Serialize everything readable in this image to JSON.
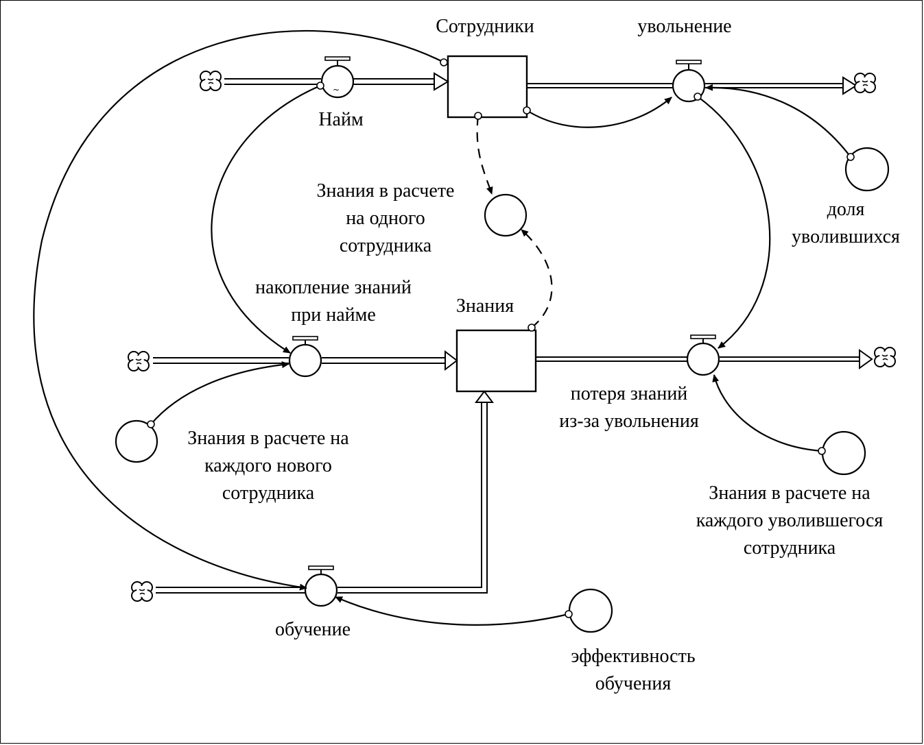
{
  "stocks": {
    "employees": "Сотрудники",
    "knowledge": "Знания"
  },
  "flows": {
    "hiring": "Найм",
    "dismissal": "увольнение",
    "knowledge_on_hire": "накопление  знаний\nпри найме",
    "knowledge_loss": "потеря знаний\nиз-за увольнения",
    "training": "обучение"
  },
  "auxiliaries": {
    "knowledge_per_employee": "Знания в расчете\nна одного\nсотрудника",
    "dismissal_share": "доля\nуволившихся",
    "knowledge_per_new": "Знания в расчете на\nкаждого нового\nсотрудника",
    "knowledge_per_leaving": "Знания в расчете на\nкаждого уволившегося\nсотрудника",
    "training_efficiency": "эффективность\nобучения"
  }
}
